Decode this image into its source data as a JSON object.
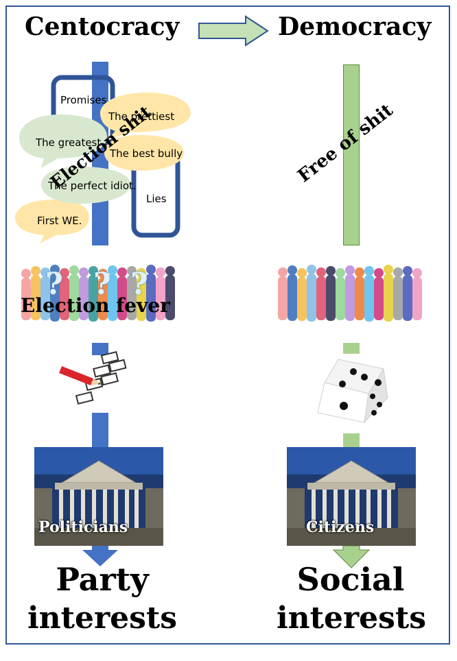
{
  "headings": {
    "left": "Centocracy",
    "right": "Democracy"
  },
  "left_stack": {
    "bubbles": {
      "promises": "Promises",
      "prettiest": "The prettiest",
      "greatest": "The greatest",
      "best_bully": "The best bully",
      "perfect_idiot": "The perfect idiot.",
      "lies": "Lies",
      "first_we": "First WE."
    },
    "overlay": "Election shit",
    "crowd_label": "Election fever",
    "question_marks": [
      "?",
      "?",
      "?"
    ],
    "building_label": "Politicians",
    "outcome": [
      "Party",
      "interests"
    ]
  },
  "right_stack": {
    "overlay": "Free of shit",
    "building_label": "Citizens",
    "outcome": [
      "Social",
      "interests"
    ]
  },
  "colors": {
    "blue": "#4472c4",
    "green": "#a9d18e",
    "dark_blue": "#2f5597",
    "bubble_green": "#d8e8cf",
    "bubble_yellow": "#ffe6a8"
  }
}
